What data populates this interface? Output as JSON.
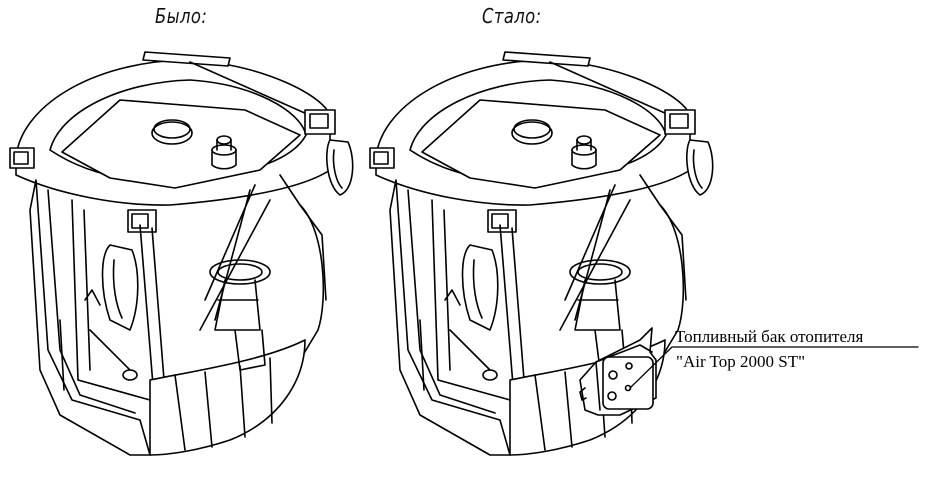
{
  "captions": {
    "before": "Было:",
    "after": "Стало:"
  },
  "callout": {
    "line1": "Топливный бак отопителя",
    "line2": "\"Air Top 2000 ST\""
  },
  "colors": {
    "ink": "#000000",
    "background": "#ffffff"
  }
}
